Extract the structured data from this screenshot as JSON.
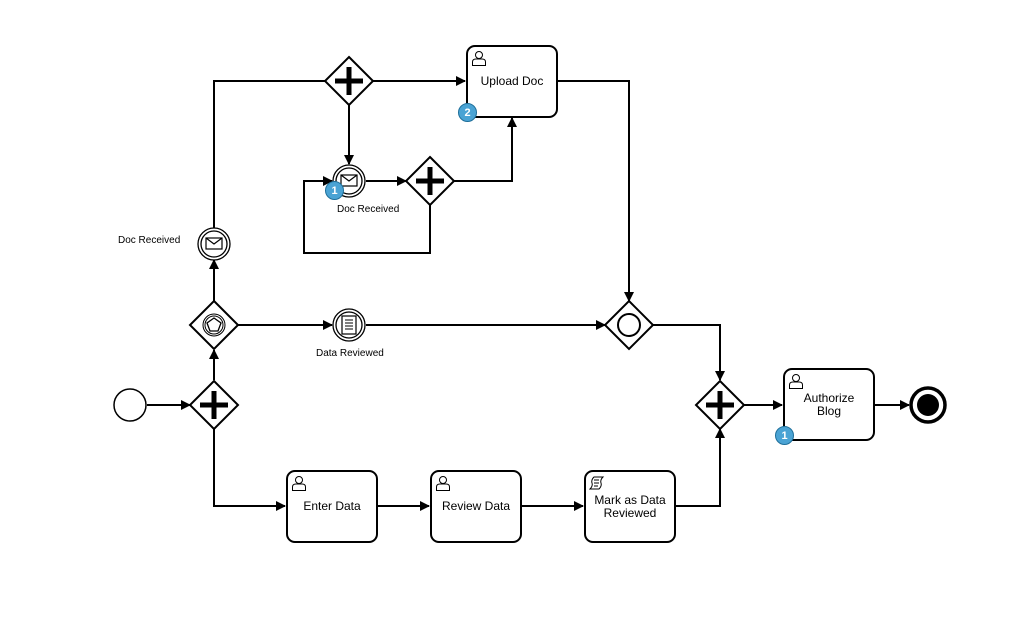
{
  "tasks": {
    "upload_doc": {
      "label": "Upload Doc",
      "badge": "2"
    },
    "enter_data": {
      "label": "Enter Data"
    },
    "review_data": {
      "label": "Review Data"
    },
    "mark_reviewed": {
      "label": "Mark as Data Reviewed"
    },
    "authorize_blog": {
      "label": "Authorize Blog",
      "badge": "1"
    }
  },
  "events": {
    "doc_received_outer": {
      "label": "Doc Received"
    },
    "doc_received_inner": {
      "label": "Doc Received",
      "badge": "1"
    },
    "data_reviewed": {
      "label": "Data Reviewed"
    }
  },
  "colors": {
    "stroke": "#000000",
    "badge": "#4aa3d4"
  }
}
